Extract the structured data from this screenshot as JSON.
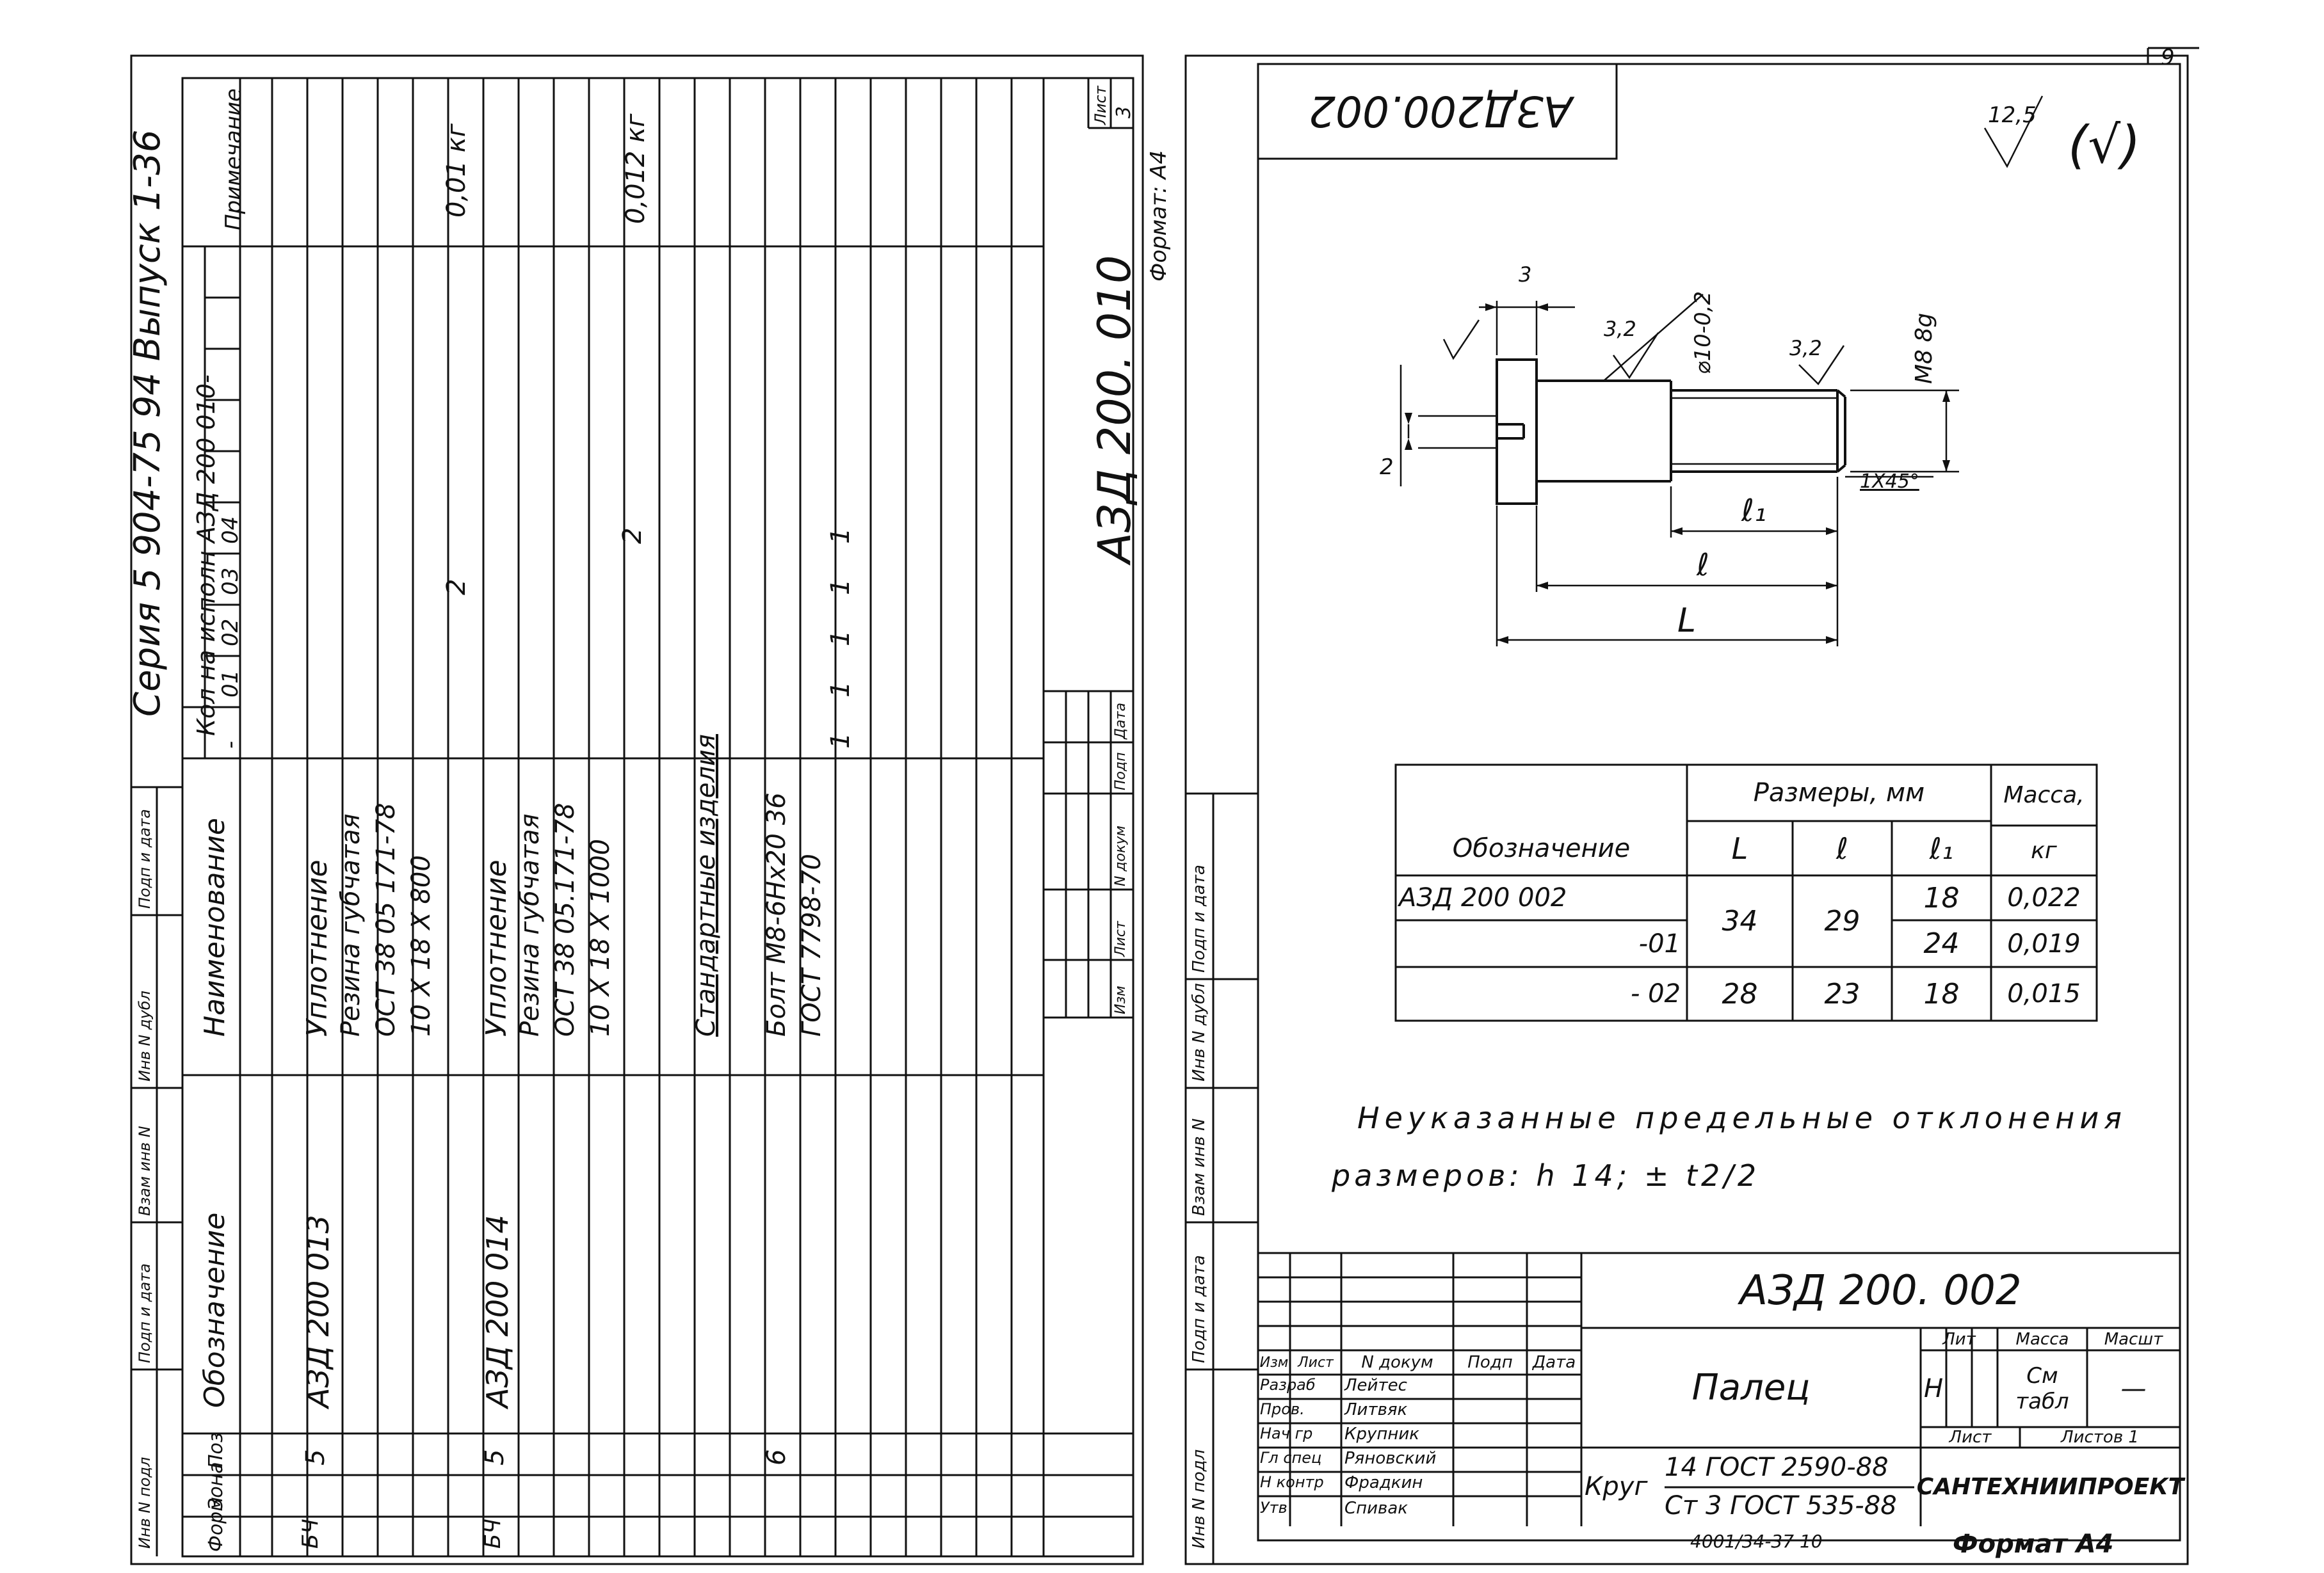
{
  "sheet_number": "9",
  "spec": {
    "series_header": "Серия 5 904-75 94   Выпуск 1-36",
    "sheet_label": "Лист",
    "sheet_value": "3",
    "doc_code": "АЗД 200. 010",
    "format": "Формат: А4",
    "headers": {
      "form": "Форм",
      "zone": "Зона",
      "pos": "Поз",
      "designation": "Обозначение",
      "name": "Наименование",
      "qty_title": "Кол на исполн  АЗД 200  010-",
      "qty_cols": [
        "-",
        "01",
        "02",
        "03",
        "04"
      ],
      "note": "Примечание"
    },
    "rows": [
      {
        "form": "БЧ",
        "pos": "5",
        "designation": "АЗД 200 013",
        "name": "Уплотнение",
        "qty": [
          "",
          "",
          "",
          "",
          ""
        ],
        "note": ""
      },
      {
        "form": "",
        "pos": "",
        "designation": "",
        "name": "Резина губчатая",
        "qty": [
          "",
          "",
          "",
          "",
          ""
        ],
        "note": ""
      },
      {
        "form": "",
        "pos": "",
        "designation": "",
        "name": "ОСТ 38 05 171-78",
        "qty": [
          "",
          "",
          "",
          "",
          ""
        ],
        "note": ""
      },
      {
        "form": "",
        "pos": "",
        "designation": "",
        "name": "10 Х 18 Х 800",
        "qty": [
          "",
          "",
          "",
          "2",
          ""
        ],
        "note": "0,01 кг"
      },
      {
        "form": "БЧ",
        "pos": "5",
        "designation": "АЗД 200 014",
        "name": "Уплотнение",
        "qty": [
          "",
          "",
          "",
          "",
          ""
        ],
        "note": ""
      },
      {
        "form": "",
        "pos": "",
        "designation": "",
        "name": "Резина губчатая",
        "qty": [
          "",
          "",
          "",
          "",
          ""
        ],
        "note": ""
      },
      {
        "form": "",
        "pos": "",
        "designation": "",
        "name": "ОСТ 38 05.171-78",
        "qty": [
          "",
          "",
          "",
          "",
          ""
        ],
        "note": ""
      },
      {
        "form": "",
        "pos": "",
        "designation": "",
        "name": "10 Х 18 Х 1000",
        "qty": [
          "",
          "",
          "",
          "",
          "2"
        ],
        "note": "0,012 кг"
      },
      {
        "form": "",
        "pos": "",
        "designation": "",
        "name": "Стандартные изделия",
        "qty": [
          "",
          "",
          "",
          "",
          ""
        ],
        "note": ""
      },
      {
        "form": "",
        "pos": "",
        "designation": "",
        "name": "",
        "qty": [
          "",
          "",
          "",
          "",
          ""
        ],
        "note": ""
      },
      {
        "form": "",
        "pos": "6",
        "designation": "",
        "name": "Болт М8-6Нх20 36",
        "qty": [
          "",
          "",
          "",
          "",
          ""
        ],
        "note": ""
      },
      {
        "form": "",
        "pos": "",
        "designation": "",
        "name": "ГОСТ 7798-70",
        "qty": [
          "1",
          "1",
          "1",
          "1",
          "1"
        ],
        "note": ""
      }
    ],
    "stamp_labels": [
      "Изм",
      "Лист",
      "N докум",
      "Подп",
      "Дата"
    ],
    "side_labels": [
      "Инв N подл",
      "Подп и дата",
      "Взам инв N",
      "Инв N дубл",
      "Подп и дата"
    ]
  },
  "drawing": {
    "designation_mirrored": "АЗД200.002",
    "roughness_main": "12,5",
    "roughness_other": "(√)",
    "dims": {
      "head": "3",
      "slot": "2",
      "rough1": "3,2",
      "diam": "⌀10-0,2",
      "rough2": "3,2",
      "thread": "М8 8g",
      "chamfer": "1Х45°",
      "l1": "ℓ₁",
      "l": "ℓ",
      "L": "L"
    },
    "table": {
      "h_designation": "Обозначение",
      "h_sizes": "Размеры, мм",
      "h_mass": "Масса,",
      "h_mass_unit": "кг",
      "h_L": "L",
      "h_l": "ℓ",
      "h_l1": "ℓ₁",
      "rows": [
        {
          "designation": "АЗД 200  002",
          "L": "34",
          "l": "29",
          "l1": "18",
          "mass": "0,022"
        },
        {
          "designation": "-01",
          "L": "",
          "l": "",
          "l1": "24",
          "mass": "0,019"
        },
        {
          "designation": "- 02",
          "L": "28",
          "l": "23",
          "l1": "18",
          "mass": "0,015"
        }
      ]
    },
    "note_line1": "Неуказанные предельные отклонения",
    "note_line2": "размеров: h 14;  ± t2/2",
    "title_block": {
      "code": "АЗД 200. 002",
      "part_name": "Палец",
      "material_prefix": "Круг",
      "material_top": "14  ГОСТ 2590-88",
      "material_bottom": "Ст 3  ГОСТ 535-88",
      "org": "САНТЕХНИИПРОЕКТ",
      "lit_label": "Лит",
      "lit_value": "Н",
      "mass_label": "Масса",
      "mass_value": "См табл",
      "scale_label": "Масшт",
      "scale_value": "—",
      "sheet_label": "Лист",
      "sheets_label": "Листов  1",
      "header_cells": [
        "Изм",
        "Лист",
        "N докум",
        "Подп",
        "Дата"
      ],
      "people": [
        {
          "role": "Разраб",
          "name": "Лейтес"
        },
        {
          "role": "Пров.",
          "name": "Литвяк"
        },
        {
          "role": "Нач гр",
          "name": "Крупник"
        },
        {
          "role": "Гл спец",
          "name": "Ряновский"
        },
        {
          "role": "Н контр",
          "name": "Фрадкин"
        },
        {
          "role": "Утв",
          "name": "Спивак"
        }
      ]
    },
    "bottom_code": "4001/34-37   10",
    "format": "Формат А4",
    "side_labels": [
      "Инв N подл",
      "Подп и дата",
      "Взам инв N",
      "Инв N дубл",
      "Подп и дата"
    ]
  }
}
